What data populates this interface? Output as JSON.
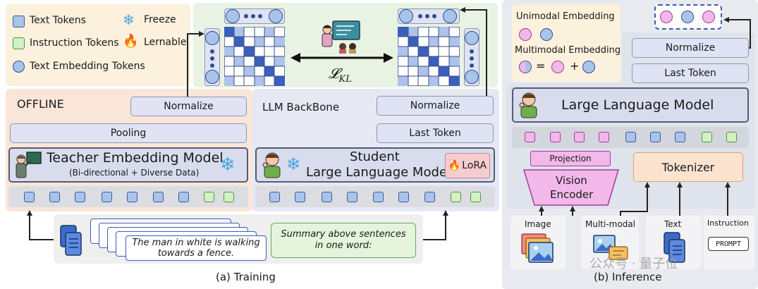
{
  "legend_left": {
    "text_tokens": "Text Tokens",
    "instruction_tokens": "Instruction Tokens",
    "text_embedding_tokens": "Text Embedding Tokens",
    "freeze": "Freeze",
    "learnable": "Lernable"
  },
  "training": {
    "offline": "OFFLINE",
    "backbone": "LLM BackBone",
    "normalize": "Normalize",
    "pooling": "Pooling",
    "last_token": "Last Token",
    "teacher_title": "Teacher Embedding Model",
    "teacher_sub": "(Bi-directional + Diverse Data)",
    "student_line1": "Student",
    "student_line2": "Large Language Model",
    "lora": "LoRA",
    "loss": "𝓛",
    "loss_sub": "KL",
    "doc_text": "The man in white is walking towards a fence.",
    "instruction_text": "Summary above sentences in one word:",
    "caption": "(a) Training"
  },
  "inference": {
    "unimodal": "Unimodal Embedding",
    "multimodal": "Multimodal Embedding",
    "eq": "=",
    "plus": "+",
    "normalize": "Normalize",
    "last_token": "Last Token",
    "llm": "Large Language Model",
    "projection": "Projection",
    "vision_encoder_1": "Vision",
    "vision_encoder_2": "Encoder",
    "tokenizer": "Tokenizer",
    "image": "Image",
    "multi_modal": "Multi-modal",
    "text": "Text",
    "instruction": "Instruction",
    "prompt": "PROMPT",
    "caption": "(b) Inference"
  },
  "watermark": "公众号 · 量子位",
  "colors": {
    "blue_token": "#a9c4ea",
    "green_token": "#d4f0c6",
    "pink_token": "#f2b8ea",
    "pill": "#dfe3f4",
    "accent_blue": "#2f4f8c"
  }
}
